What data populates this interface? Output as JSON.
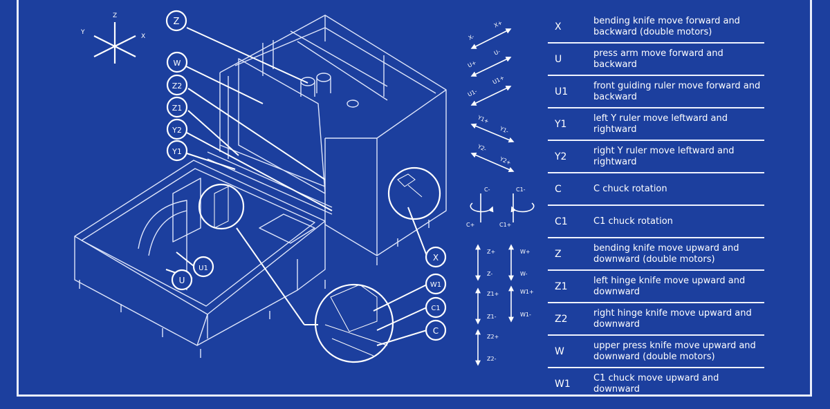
{
  "axes_icon": {
    "z": "Z",
    "y": "Y",
    "x": "X"
  },
  "callouts": [
    {
      "label": "Z"
    },
    {
      "label": "W"
    },
    {
      "label": "Z2"
    },
    {
      "label": "Z1"
    },
    {
      "label": "Y2"
    },
    {
      "label": "Y1"
    },
    {
      "label": "U"
    },
    {
      "label": "U1"
    },
    {
      "label": "X"
    },
    {
      "label": "W1"
    },
    {
      "label": "C1"
    },
    {
      "label": "C"
    }
  ],
  "direction_arrows": {
    "x_minus": "X-",
    "x_plus": "X+",
    "u_plus": "U+",
    "u_minus": "U-",
    "u1_minus": "U1-",
    "u1_plus": "U1+",
    "y1_plus": "Y1+",
    "y1_minus": "Y1-",
    "y2_minus": "Y2-",
    "y2_plus": "Y2+",
    "c_minus": "C-",
    "c_plus": "C+",
    "c1_minus": "C1-",
    "c1_plus": "C1+",
    "z_plus": "Z+",
    "z_minus": "Z-",
    "w_plus": "W+",
    "w_minus": "W-",
    "z1_plus": "Z1+",
    "z1_minus": "Z1-",
    "w1_plus": "W1+",
    "w1_minus": "W1-",
    "z2_plus": "Z2+",
    "z2_minus": "Z2-"
  },
  "legend": [
    {
      "key": "X",
      "desc": "bending knife move forward and backward  (double motors)"
    },
    {
      "key": "U",
      "desc": "press arm move forward and backward"
    },
    {
      "key": "U1",
      "desc": "front guiding ruler move forward and backward"
    },
    {
      "key": "Y1",
      "desc": "left Y ruler move leftward and rightward"
    },
    {
      "key": "Y2",
      "desc": "right Y ruler move leftward and rightward"
    },
    {
      "key": "C",
      "desc": "C chuck rotation"
    },
    {
      "key": "C1",
      "desc": "C1 chuck rotation"
    },
    {
      "key": "Z",
      "desc": "bending knife move upward and downward  (double motors)"
    },
    {
      "key": "Z1",
      "desc": "left hinge knife move upward and downward"
    },
    {
      "key": "Z2",
      "desc": "right hinge knife move upward and downward"
    },
    {
      "key": "W",
      "desc": "upper press knife move upward and downward  (double motors)"
    },
    {
      "key": "W1",
      "desc": "C1 chuck move upward and downward"
    }
  ]
}
